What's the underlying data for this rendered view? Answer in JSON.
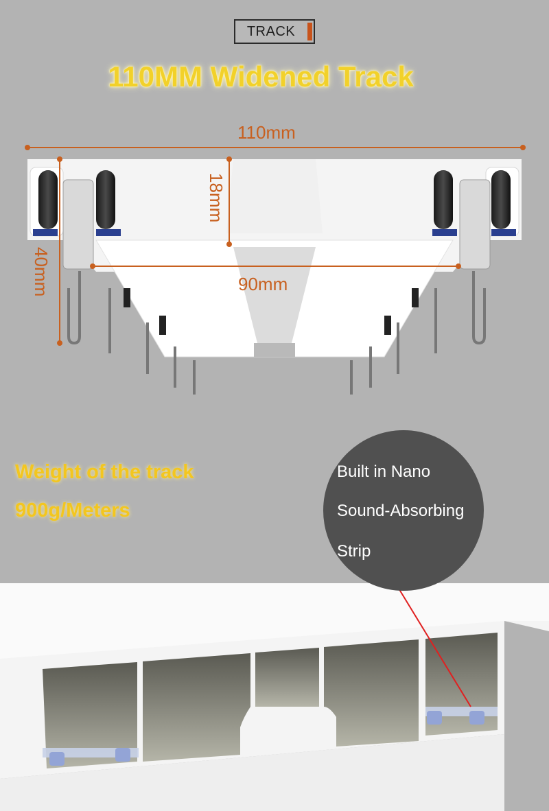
{
  "tag": {
    "label": "TRACK",
    "accent": "#c8531b"
  },
  "headline": "110MM Widened Track",
  "dimensions": {
    "width_total": "110mm",
    "width_inner": "90mm",
    "height_top": "18mm",
    "height_total": "40mm",
    "color": "#c8601f"
  },
  "weight": {
    "label": "Weight of the track",
    "value": "900g/Meters",
    "color": "#f3c61f"
  },
  "feature": {
    "line1": "Built in Nano",
    "line2": "Sound-Absorbing",
    "line3": "Strip",
    "pointer_color": "#e02020"
  },
  "icons": [
    "track-cross-section-illustration",
    "track-profile-illustration"
  ]
}
